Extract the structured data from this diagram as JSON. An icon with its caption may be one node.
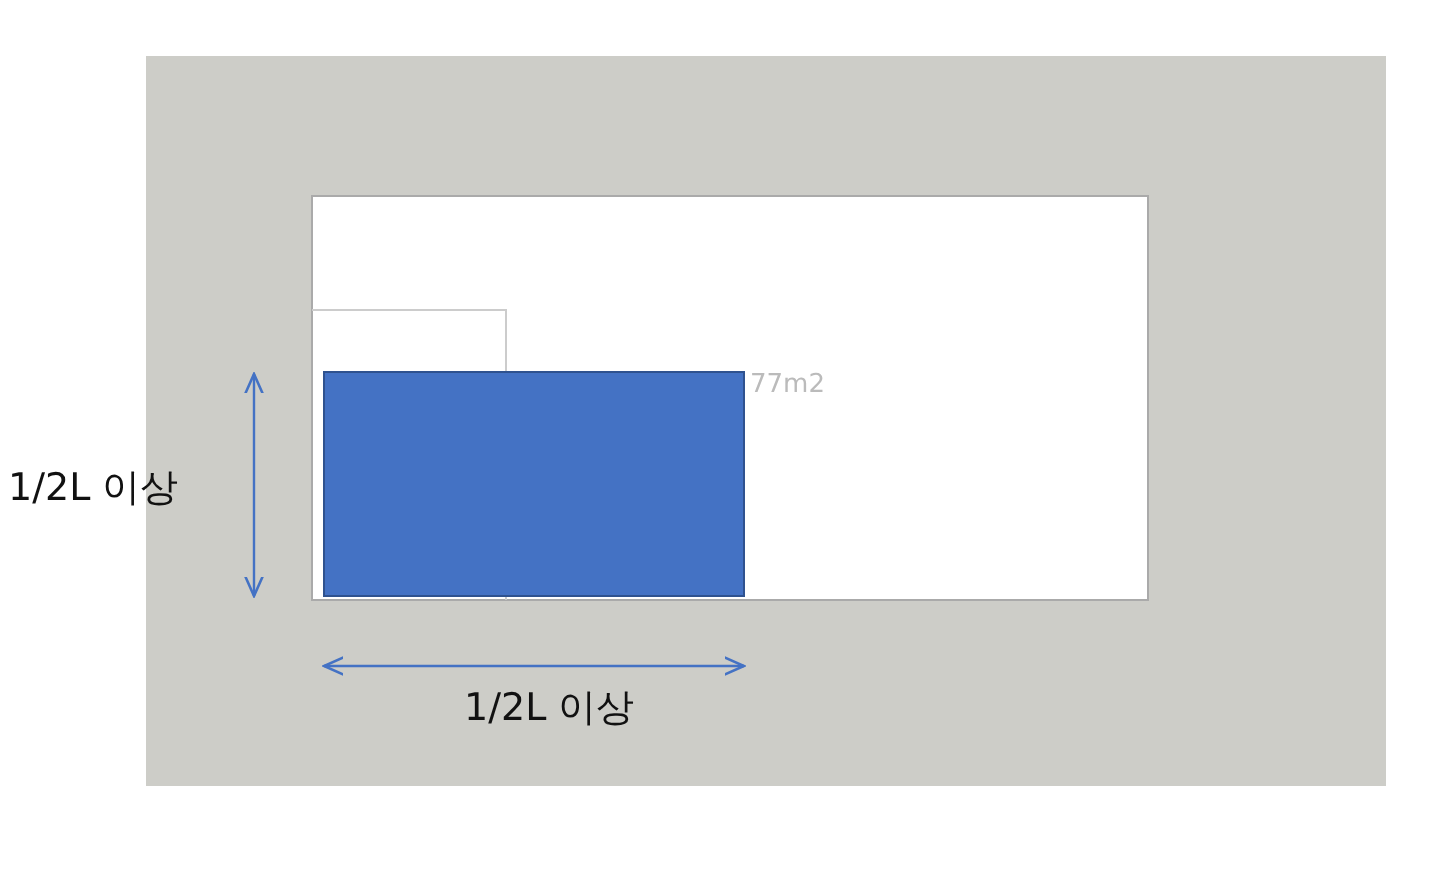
{
  "diagram": {
    "nodes": [
      {
        "text": [],
        "shape": "box",
        "beside": [
          "77m2"
        ]
      }
    ],
    "labels": [
      "1/2L 이상",
      "1/2L 이상"
    ]
  }
}
